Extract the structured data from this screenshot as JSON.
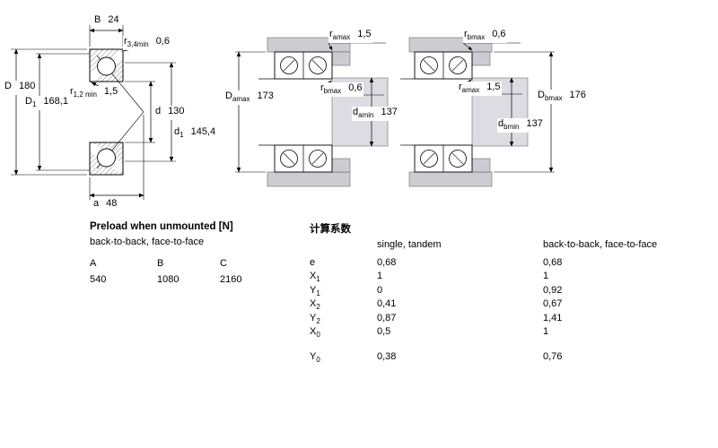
{
  "figure_left": {
    "dims": {
      "B": {
        "sym": "B",
        "sub": "",
        "value": "24"
      },
      "r34": {
        "sym": "r",
        "sub": "3,4min",
        "value": "0,6"
      },
      "D": {
        "sym": "D",
        "sub": "",
        "value": "180"
      },
      "D1": {
        "sym": "D",
        "sub": "1",
        "value": "168,1"
      },
      "r12": {
        "sym": "r",
        "sub": "1,2 min",
        "value": "1,5"
      },
      "d": {
        "sym": "d",
        "sub": "",
        "value": "130"
      },
      "d1": {
        "sym": "d",
        "sub": "1",
        "value": "145,4"
      },
      "a": {
        "sym": "a",
        "sub": "",
        "value": "48"
      }
    }
  },
  "figure_middle": {
    "dims": {
      "ramax": {
        "sym": "r",
        "sub": "amax",
        "value": "1,5"
      },
      "Damax": {
        "sym": "D",
        "sub": "amax",
        "value": "173"
      },
      "rbmax": {
        "sym": "r",
        "sub": "bmax",
        "value": "0,6"
      },
      "damin": {
        "sym": "d",
        "sub": "amin",
        "value": "137"
      }
    }
  },
  "figure_right": {
    "dims": {
      "rbmax": {
        "sym": "r",
        "sub": "bmax",
        "value": "0,6"
      },
      "ramax": {
        "sym": "r",
        "sub": "amax",
        "value": "1,5"
      },
      "Dbmax": {
        "sym": "D",
        "sub": "bmax",
        "value": "176"
      },
      "dbmin": {
        "sym": "d",
        "sub": "bmin",
        "value": "137"
      }
    }
  },
  "preload": {
    "title": "Preload when unmounted [N]",
    "subtitle": "back-to-back, face-to-face",
    "columns": [
      "A",
      "B",
      "C"
    ],
    "values": [
      "540",
      "1080",
      "2160"
    ]
  },
  "factors": {
    "title": "计算系数",
    "col_single": "single, tandem",
    "col_paired": "back-to-back, face-to-face",
    "rows": [
      {
        "sym": "e",
        "sub": "",
        "single_tandem": "0,68",
        "b2b_f2f": "0,68"
      },
      {
        "sym": "X",
        "sub": "1",
        "single_tandem": "1",
        "b2b_f2f": "1"
      },
      {
        "sym": "Y",
        "sub": "1",
        "single_tandem": "0",
        "b2b_f2f": "0,92"
      },
      {
        "sym": "X",
        "sub": "2",
        "single_tandem": "0,41",
        "b2b_f2f": "0,67"
      },
      {
        "sym": "Y",
        "sub": "2",
        "single_tandem": "0,87",
        "b2b_f2f": "1,41"
      },
      {
        "sym": "X",
        "sub": "0",
        "single_tandem": "0,5",
        "b2b_f2f": "1"
      },
      {
        "sym": "Y",
        "sub": "0",
        "single_tandem": "0,38",
        "b2b_f2f": "0,76"
      }
    ]
  }
}
